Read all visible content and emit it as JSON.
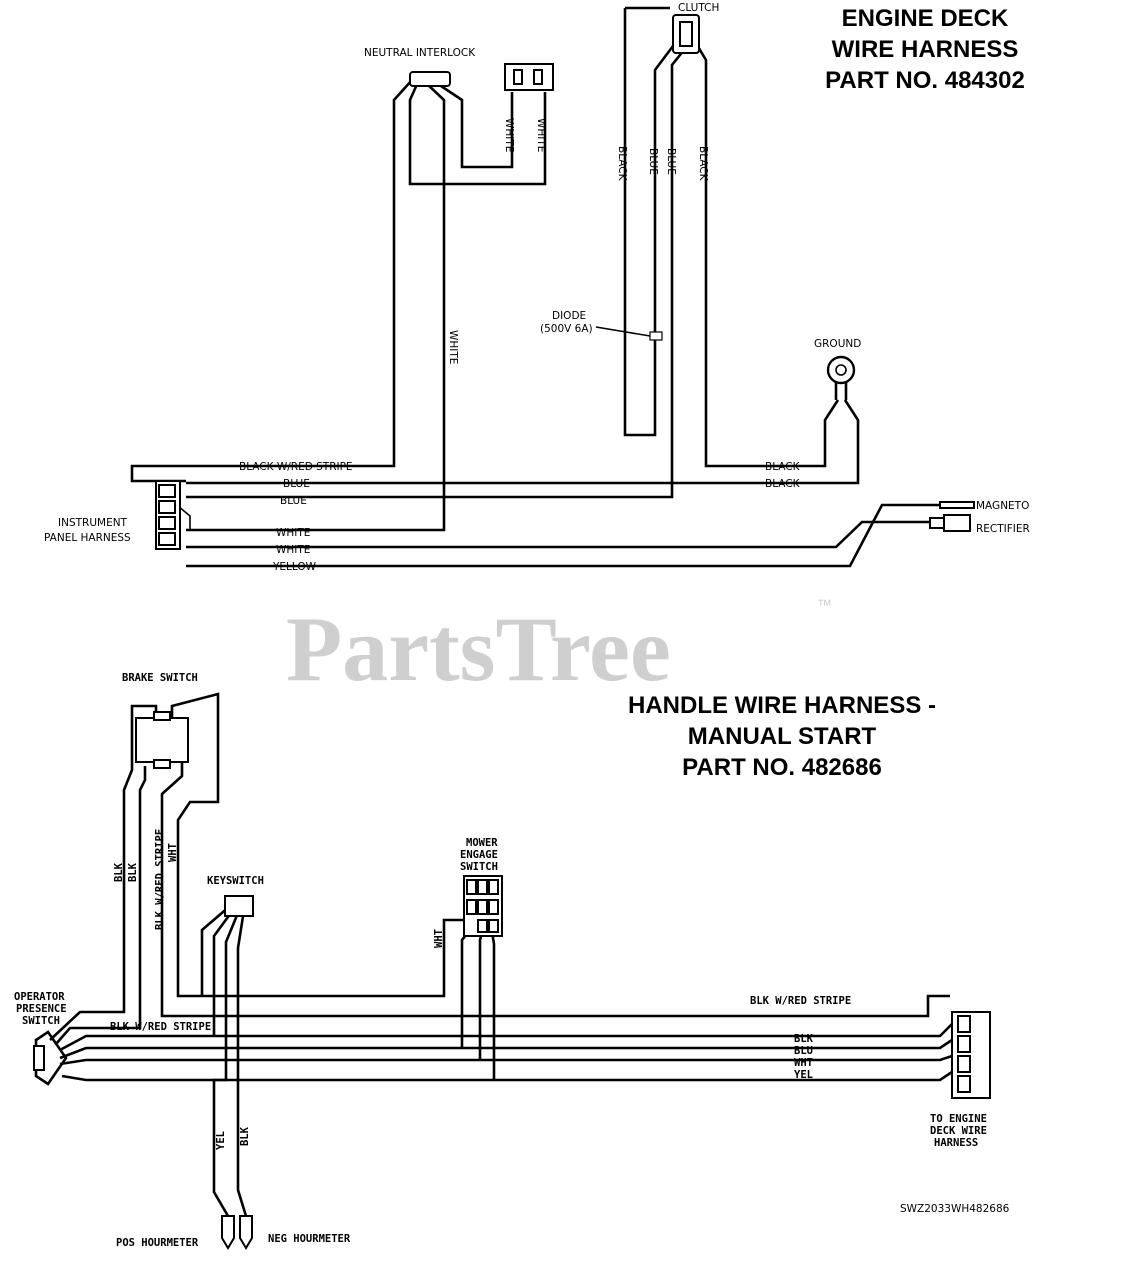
{
  "watermark": {
    "text": "PartsTree",
    "trademark": "™"
  },
  "engine_deck": {
    "title_lines": [
      "ENGINE DECK",
      "WIRE HARNESS",
      "PART NO. 484302"
    ],
    "components": {
      "clutch": "CLUTCH",
      "neutral_interlock": "NEUTRAL INTERLOCK",
      "diode_line1": "DIODE",
      "diode_line2": "(500V 6A)",
      "ground": "GROUND",
      "instrument_line1": "INSTRUMENT",
      "instrument_line2": "PANEL HARNESS",
      "magneto": "MAGNETO",
      "rectifier": "RECTIFIER"
    },
    "wires": {
      "black_red_stripe": "BLACK W/RED STRIPE",
      "blue": "BLUE",
      "white": "WHITE",
      "yellow": "YELLOW",
      "black": "BLACK"
    }
  },
  "handle": {
    "title_lines": [
      "HANDLE WIRE HARNESS -",
      "MANUAL START",
      "PART NO. 482686"
    ],
    "components": {
      "brake_switch": "BRAKE SWITCH",
      "keyswitch": "KEYSWITCH",
      "mower_line1": "MOWER",
      "mower_line2": "ENGAGE",
      "mower_line3": "SWITCH",
      "operator_line1": "OPERATOR",
      "operator_line2": "PRESENCE",
      "operator_line3": "SWITCH",
      "engine_line1": "TO ENGINE",
      "engine_line2": "DECK WIRE",
      "engine_line3": "HARNESS",
      "pos_hourmeter": "POS HOURMETER",
      "neg_hourmeter": "NEG HOURMETER"
    },
    "wires": {
      "blk": "BLK",
      "blk_red_stripe": "BLK W/RED STRIPE",
      "wht": "WHT",
      "blu": "BLU",
      "yel": "YEL"
    },
    "drawing_number": "SWZ2033WH482686"
  }
}
